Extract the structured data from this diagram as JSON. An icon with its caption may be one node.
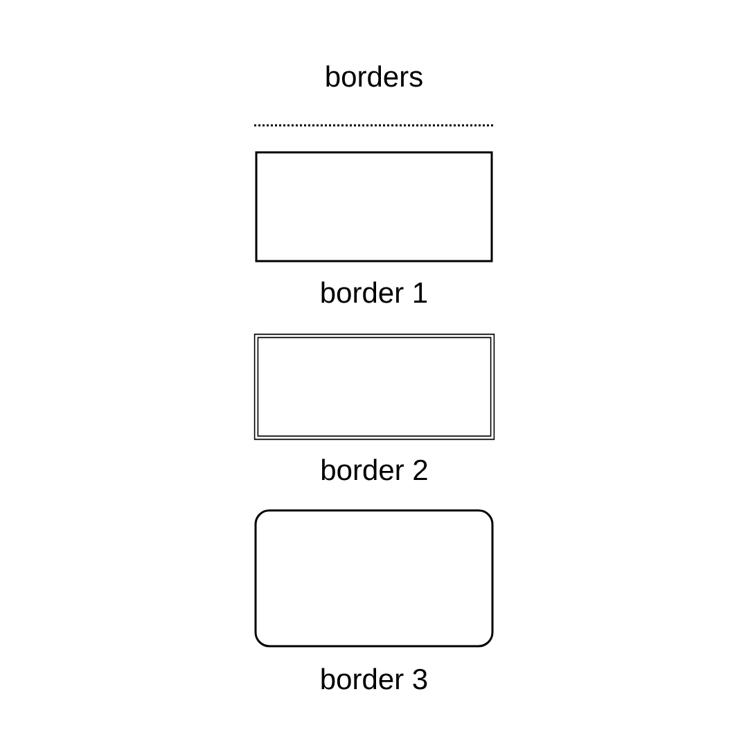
{
  "diagram": {
    "title": "borders",
    "nodes": [
      {
        "text": [
          "border 1"
        ]
      },
      {
        "text": [
          "border 2"
        ]
      },
      {
        "text": [
          "border 3"
        ]
      }
    ]
  }
}
